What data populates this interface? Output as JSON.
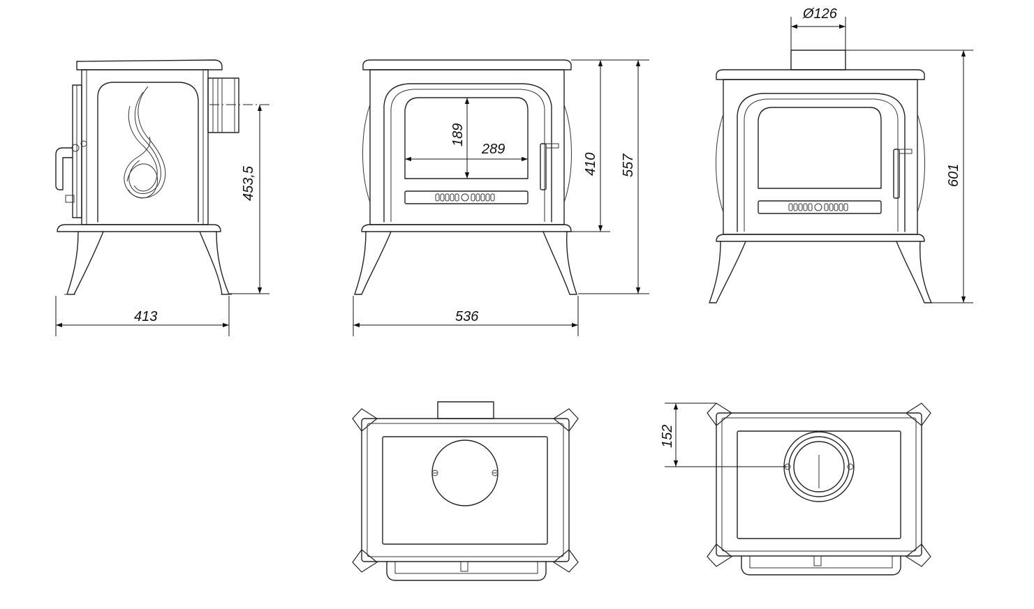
{
  "dimensions": {
    "side_width": "413",
    "side_flue_height": "453,5",
    "front_width": "536",
    "front_leg_height": "410",
    "front_total_height": "557",
    "glass_height": "189",
    "glass_width": "289",
    "flue_diameter": "Ø126",
    "rear_total_height": "601",
    "top_flue_offset": "152"
  }
}
